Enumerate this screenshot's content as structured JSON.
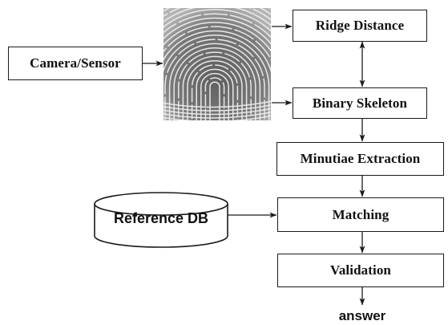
{
  "diagram": {
    "nodes": {
      "camera_sensor": "Camera/Sensor",
      "ridge_distance": "Ridge Distance",
      "binary_skeleton": "Binary Skeleton",
      "minutiae_extraction": "Minutiae Extraction",
      "matching": "Matching",
      "validation": "Validation",
      "reference_db": "Reference DB",
      "answer": "answer"
    },
    "edges": [
      [
        "camera_sensor",
        "fingerprint_image"
      ],
      [
        "fingerprint_image",
        "ridge_distance"
      ],
      [
        "fingerprint_image",
        "binary_skeleton"
      ],
      [
        "ridge_distance",
        "binary_skeleton",
        "bidirectional"
      ],
      [
        "binary_skeleton",
        "minutiae_extraction"
      ],
      [
        "minutiae_extraction",
        "matching"
      ],
      [
        "reference_db",
        "matching"
      ],
      [
        "matching",
        "validation"
      ],
      [
        "validation",
        "answer"
      ]
    ],
    "colors": {
      "stroke": "#1a1a1a",
      "fingerprint_bg": "#8a8a8a",
      "fingerprint_ridge": "#f2f2f2"
    },
    "icons": {
      "fingerprint": "fingerprint-image",
      "database": "database-cylinder-icon"
    }
  }
}
